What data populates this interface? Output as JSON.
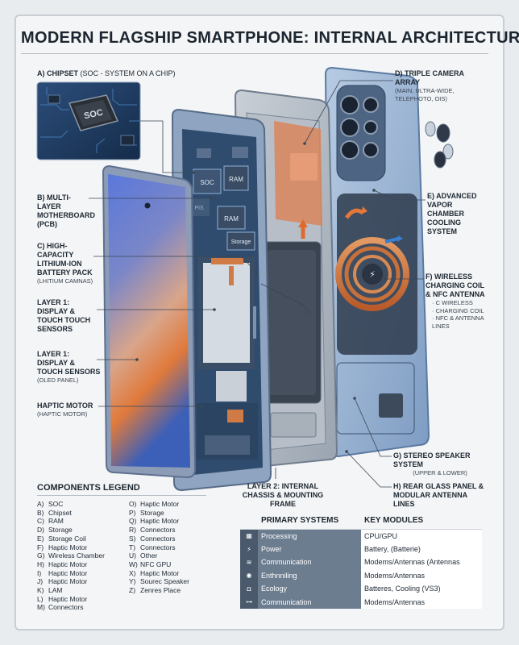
{
  "title": "MODERN FLAGSHIP SMARTPHONE: INTERNAL ARCHITECTURE",
  "chip_label": "SOC",
  "board_labels": [
    "SOC",
    "RAM",
    "RAM",
    "PIS",
    "Storage"
  ],
  "callouts": {
    "a": {
      "title": "A) CHIPSET",
      "sub": "(SOC - SYSTEM ON A CHIP)"
    },
    "b": {
      "title": "B) MULTI-LAYER MOTHERBOARD",
      "sub": "(PCB)"
    },
    "c": {
      "title": "C) HIGH-CAPACITY LITHIUM-ION BATTERY PACK",
      "sub": "(LHITIUM CAMNAS)"
    },
    "l1a": {
      "title": "LAYER 1: DISPLAY & TOUCH TOUCH SENSORS",
      "sub": ""
    },
    "l1b": {
      "title": "LAYER 1: DISPLAY & TOUCH SENSORS",
      "sub": "(OLED PANEL)"
    },
    "hm": {
      "title": "HAPTIC MOTOR",
      "sub": "(HAPTIC MOTOR)"
    },
    "d": {
      "title": "D) TRIPLE CAMERA ARRAY",
      "sub": "(MAIN, ULTRA-WIDE, TELEPHOTO, OIS)"
    },
    "e": {
      "title": "E) ADVANCED VAPOR CHAMBER COOLING SYSTEM",
      "sub": ""
    },
    "f": {
      "title": "F) WIRELESS CHARGING COIL & NFC ANTENNA",
      "items": [
        "C WIRELESS",
        "CHARGING COIL",
        "NFC & ANTENNA LINES"
      ]
    },
    "g": {
      "title": "G) STEREO SPEAKER SYSTEM",
      "sub": "(UPPER & LOWER)"
    },
    "h": {
      "title": "H) REAR GLASS PANEL & MODULAR ANTENNA LINES",
      "sub": ""
    },
    "l2": {
      "title": "LAYER 2: INTERNAL CHASSIS & MOUNTING FRAME",
      "sub": ""
    }
  },
  "legend": {
    "title": "COMPONENTS LEGEND",
    "col1": [
      [
        "A)",
        "SOC"
      ],
      [
        "B)",
        "Chipset"
      ],
      [
        "C)",
        "RAM"
      ],
      [
        "D)",
        "Storage"
      ],
      [
        "E)",
        "Storage Coil"
      ],
      [
        "F)",
        "Haptic Motor"
      ],
      [
        "G)",
        "Wireless Chamber"
      ],
      [
        "H)",
        "Haptic Motor"
      ],
      [
        "I)",
        "Haptic Motor"
      ],
      [
        "J)",
        "Haptic Motor"
      ],
      [
        "K)",
        "LAM"
      ],
      [
        "L)",
        "Haptic Motor"
      ],
      [
        "M)",
        "Connectors"
      ]
    ],
    "col2": [
      [
        "O)",
        "Haptic Motor"
      ],
      [
        "P)",
        "Storage"
      ],
      [
        "Q)",
        "Haptic Motor"
      ],
      [
        "R)",
        "Connectors"
      ],
      [
        "S)",
        "Connectors"
      ],
      [
        "T)",
        "Connectors"
      ],
      [
        "U)",
        "Other"
      ],
      [
        "W)",
        "NFC GPU"
      ],
      [
        "X)",
        "Haptic Motor"
      ],
      [
        "Y)",
        "Sourec Speaker"
      ],
      [
        "Z)",
        "Zenres Place"
      ]
    ]
  },
  "systems": {
    "col1_header": "PRIMARY SYSTEMS",
    "col2_header": "KEY MODULES",
    "rows": [
      {
        "icon": "chip-icon",
        "glyph": "▦",
        "system": "Processing",
        "module": "CPU/GPU"
      },
      {
        "icon": "bolt-icon",
        "glyph": "⚡",
        "system": "Power",
        "module": "Battery, (Batterie)"
      },
      {
        "icon": "wifi-icon",
        "glyph": "≋",
        "system": "Communication",
        "module": "Modems/Antennas (Antennas"
      },
      {
        "icon": "signal-icon",
        "glyph": "◉",
        "system": "Enthnniling",
        "module": "Modems/Antennas"
      },
      {
        "icon": "camera-icon",
        "glyph": "◘",
        "system": "Ecology",
        "module": "Batteres, Cooling (VS3)"
      },
      {
        "icon": "link-icon",
        "glyph": "⊶",
        "system": "Communication",
        "module": "Modems/Antennas"
      }
    ]
  },
  "colors": {
    "screen_top": "#4d6fd8",
    "screen_bottom": "#e0773a",
    "board": "#2f4c6e",
    "copper": "#d07a45",
    "frame": "#8aa0bc",
    "rear_glass": "#9ab4d4"
  }
}
